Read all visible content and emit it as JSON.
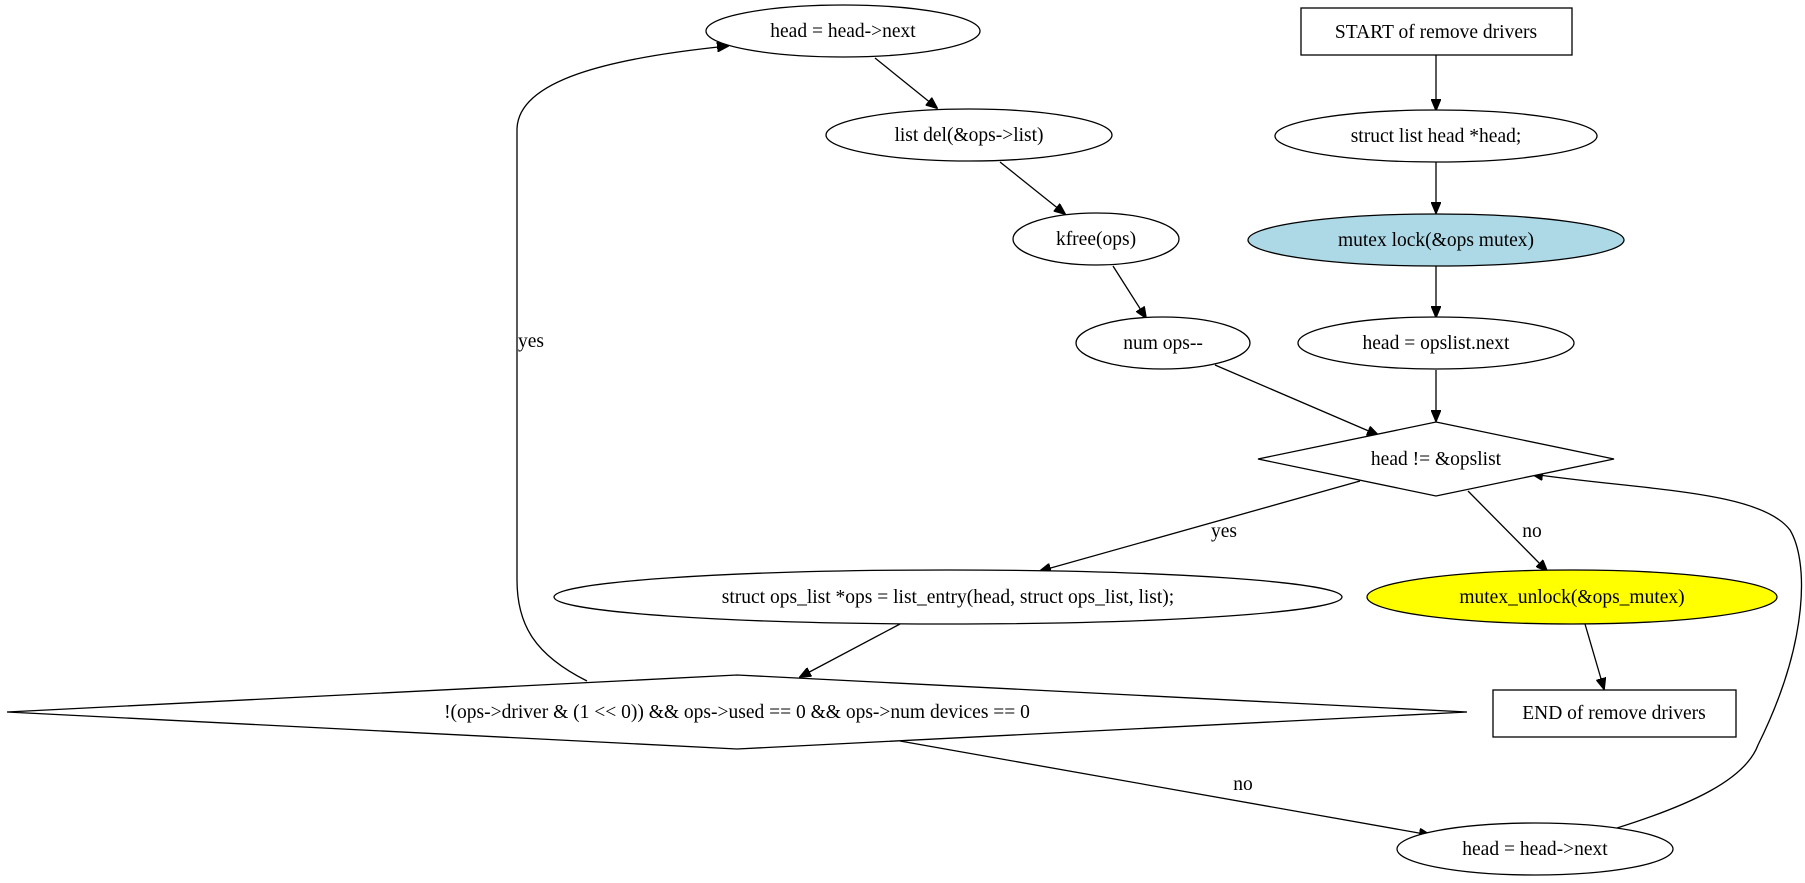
{
  "diagram": {
    "colors": {
      "node_fill": "#ffffff",
      "stroke": "#000000",
      "mutex_lock_fill": "#add8e6",
      "mutex_unlock_fill": "#ffff00"
    },
    "nodes": {
      "start": {
        "label": "START of remove  drivers",
        "shape": "box"
      },
      "decl_head": {
        "label": "struct list  head *head;",
        "shape": "ellipse"
      },
      "mutex_lock": {
        "label": "mutex  lock(&ops  mutex)",
        "shape": "ellipse",
        "fill": "light-blue"
      },
      "head_init": {
        "label": "head = opslist.next",
        "shape": "ellipse"
      },
      "loop_cond": {
        "label": "head != &opslist",
        "shape": "diamond"
      },
      "ops_entry": {
        "label": "struct ops_list *ops = list_entry(head, struct ops_list, list);",
        "shape": "ellipse"
      },
      "unused_cond": {
        "label": "!(ops->driver & (1 << 0)) && ops->used == 0 && ops->num  devices == 0",
        "shape": "diamond"
      },
      "head_next_top": {
        "label": "head = head->next",
        "shape": "ellipse"
      },
      "list_del": {
        "label": "list  del(&ops->list)",
        "shape": "ellipse"
      },
      "kfree": {
        "label": "kfree(ops)",
        "shape": "ellipse"
      },
      "num_ops_dec": {
        "label": "num  ops--",
        "shape": "ellipse"
      },
      "head_next_bottom": {
        "label": "head = head->next",
        "shape": "ellipse"
      },
      "mutex_unlock": {
        "label": "mutex_unlock(&ops_mutex)",
        "shape": "ellipse",
        "fill": "yellow"
      },
      "end": {
        "label": "END of remove  drivers",
        "shape": "box"
      }
    },
    "edges": [
      {
        "from": "start",
        "to": "decl_head",
        "label": ""
      },
      {
        "from": "decl_head",
        "to": "mutex_lock",
        "label": ""
      },
      {
        "from": "mutex_lock",
        "to": "head_init",
        "label": ""
      },
      {
        "from": "head_init",
        "to": "loop_cond",
        "label": ""
      },
      {
        "from": "loop_cond",
        "to": "ops_entry",
        "label": "yes"
      },
      {
        "from": "loop_cond",
        "to": "mutex_unlock",
        "label": "no"
      },
      {
        "from": "ops_entry",
        "to": "unused_cond",
        "label": ""
      },
      {
        "from": "unused_cond",
        "to": "head_next_top",
        "label": "yes"
      },
      {
        "from": "unused_cond",
        "to": "head_next_bottom",
        "label": "no"
      },
      {
        "from": "head_next_top",
        "to": "list_del",
        "label": ""
      },
      {
        "from": "list_del",
        "to": "kfree",
        "label": ""
      },
      {
        "from": "kfree",
        "to": "num_ops_dec",
        "label": ""
      },
      {
        "from": "num_ops_dec",
        "to": "loop_cond",
        "label": ""
      },
      {
        "from": "head_next_bottom",
        "to": "loop_cond",
        "label": ""
      },
      {
        "from": "mutex_unlock",
        "to": "end",
        "label": ""
      }
    ],
    "edge_labels": {
      "loop_yes": "yes",
      "loop_no": "no",
      "unused_yes": "yes",
      "unused_no": "no"
    }
  }
}
